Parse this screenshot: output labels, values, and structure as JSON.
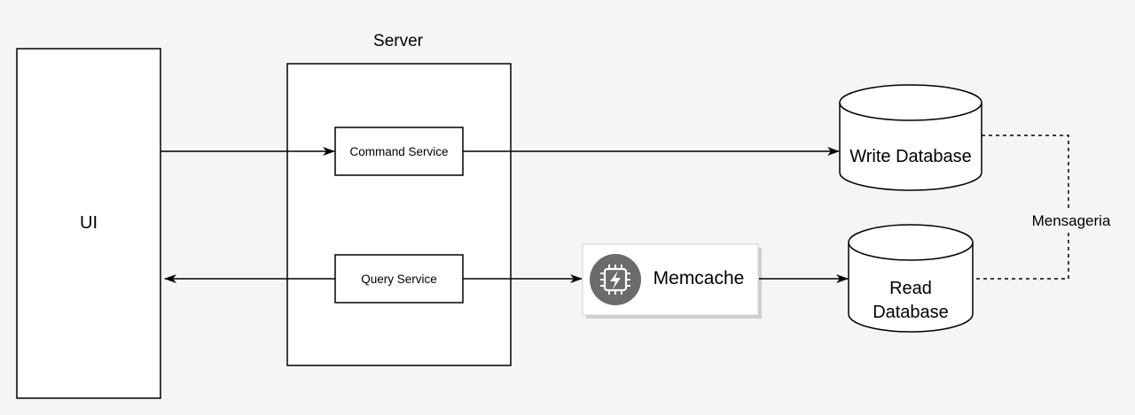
{
  "background": "#f5f5f5",
  "stroke_color": "#000000",
  "memcache_icon_color": "#6b6b6b",
  "ui": {
    "label": "UI"
  },
  "server": {
    "title": "Server",
    "command_service": "Command Service",
    "query_service": "Query Service"
  },
  "memcache": {
    "label": "Memcache",
    "icon": "lightning-chip-icon"
  },
  "write_db": {
    "label": "Write Database"
  },
  "read_db": {
    "label_line1": "Read",
    "label_line2": "Database"
  },
  "link": {
    "label": "Mensageria"
  }
}
